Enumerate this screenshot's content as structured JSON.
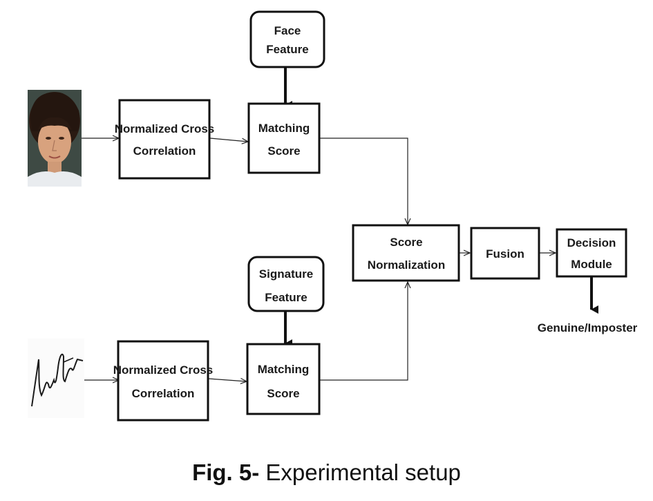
{
  "diagram": {
    "face_feature": [
      "Face",
      "Feature"
    ],
    "signature_feature": [
      "Signature",
      "Feature"
    ],
    "face_ncc": [
      "Normalized Cross",
      "Correlation"
    ],
    "signature_ncc": [
      "Normalized Cross",
      "Correlation"
    ],
    "face_matching": [
      "Matching",
      "Score"
    ],
    "signature_matching": [
      "Matching",
      "Score"
    ],
    "score_normalization": [
      "Score",
      "Normalization"
    ],
    "fusion": "Fusion",
    "decision_module": [
      "Decision",
      "Module"
    ],
    "output": "Genuine/Imposter"
  },
  "caption": {
    "label": "Fig. 5-",
    "text": " Experimental setup"
  },
  "images": {
    "face_photo": "face-photo",
    "signature_sample": "signature-sample"
  }
}
